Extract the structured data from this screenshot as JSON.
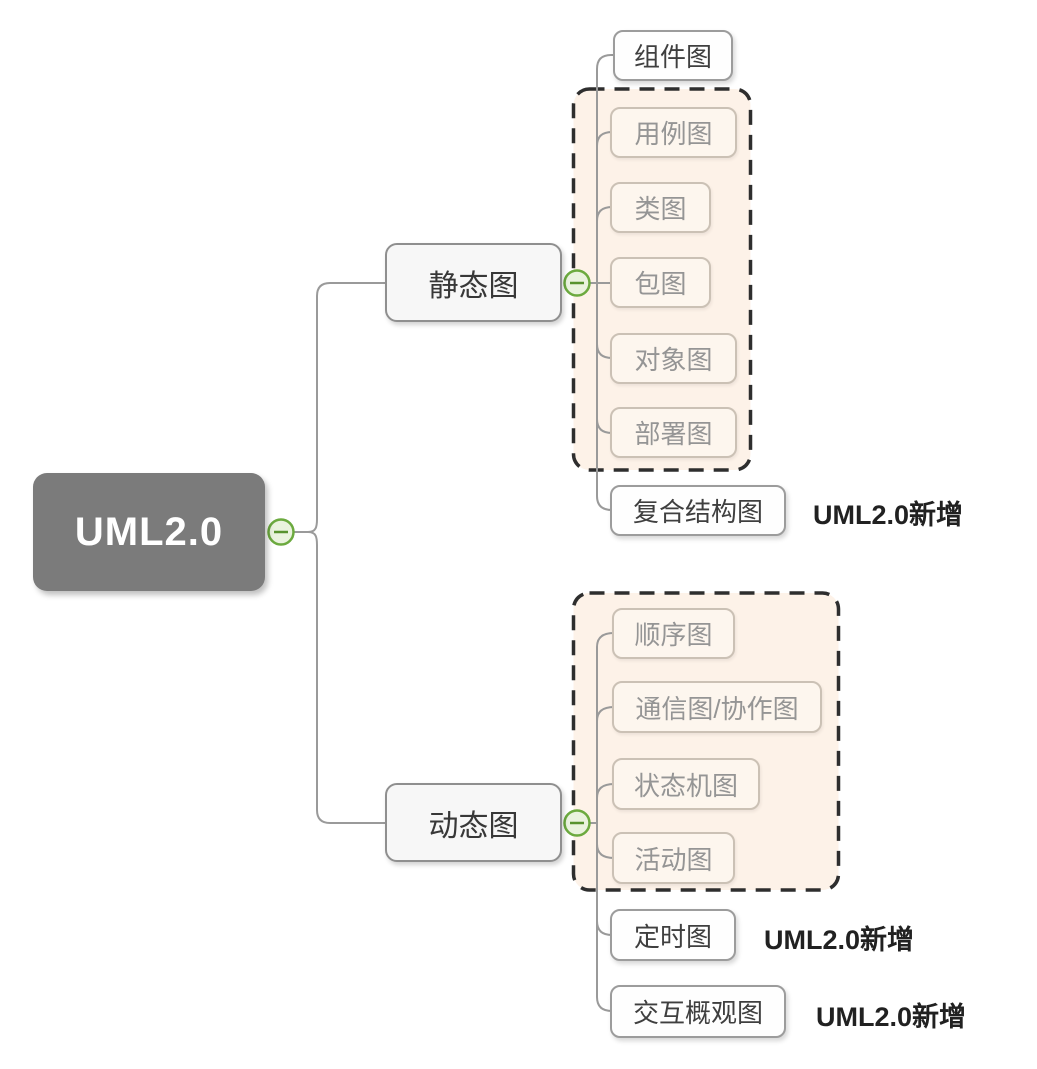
{
  "root": {
    "label": "UML2.0"
  },
  "static_branch": {
    "label": "静态图",
    "component": "组件图",
    "group_items": [
      "用例图",
      "类图",
      "包图",
      "对象图",
      "部署图"
    ],
    "composite": "复合结构图",
    "composite_note": "UML2.0新增"
  },
  "dynamic_branch": {
    "label": "动态图",
    "group_items": [
      "顺序图",
      "通信图/协作图",
      "状态机图",
      "活动图"
    ],
    "timing": "定时图",
    "timing_note": "UML2.0新增",
    "interaction_overview": "交互概观图",
    "interaction_overview_note": "UML2.0新增"
  },
  "colors": {
    "root_bg": "#7b7b7b",
    "group_bg": "#fdf2e8",
    "group_border": "#2e2e2e",
    "connector_gray": "#9a9a9a",
    "collapse_green": "#6caa3f"
  }
}
